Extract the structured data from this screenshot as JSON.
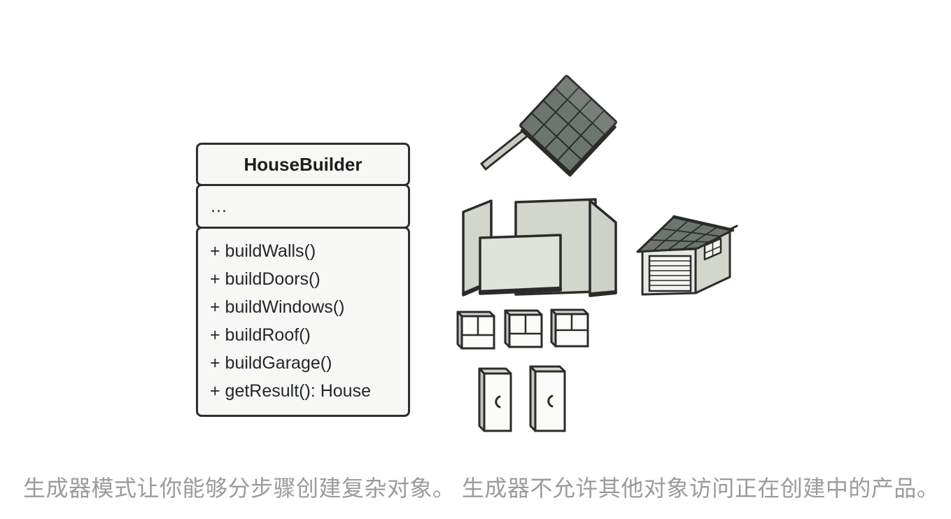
{
  "uml_class": {
    "title": "HouseBuilder",
    "fields_placeholder": "…",
    "methods": [
      "+ buildWalls()",
      "+ buildDoors()",
      "+ buildWindows()",
      "+ buildRoof()",
      "+ buildGarage()",
      "+ getResult(): House"
    ]
  },
  "illustrations": {
    "roof": "tiled-roof-panel",
    "walls": "wall-panels",
    "garage": "garage-building",
    "windows": "three-windows",
    "doors": "two-doors"
  },
  "caption": "生成器模式让你能够分步骤创建复杂对象。 生成器不允许其他对象访问正在创建中的产品。",
  "colors": {
    "background": "#ffffff",
    "outline": "#2b2b2b",
    "class_box_fill": "#f7f7f5",
    "roof_tile_fill": "#6d756f",
    "wall_fill": "#d2d6cc",
    "front_wall_fill": "#e0e3da",
    "door_window_fill": "#fbfbf9",
    "caption_text": "#9b9b9b"
  }
}
